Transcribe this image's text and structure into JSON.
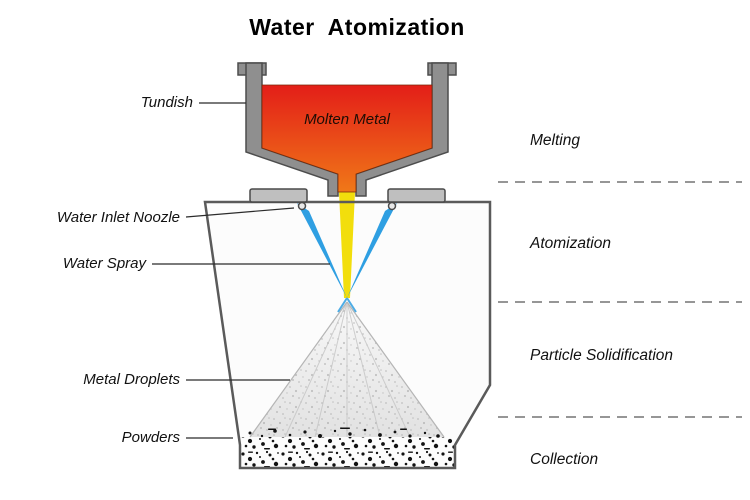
{
  "title": "Water  Atomization",
  "labels": {
    "tundish": "Tundish",
    "molten_metal": "Molten Metal",
    "water_inlet_nozzle": "Water Inlet Noozle",
    "water_spray": "Water Spray",
    "metal_droplets": "Metal Droplets",
    "powders": "Powders"
  },
  "stages": {
    "melting": "Melting",
    "atomization": "Atomization",
    "particle_solidification": "Particle Solidification",
    "collection": "Collection"
  },
  "colors": {
    "molten_metal_top": "#e31e18",
    "molten_metal_bottom": "#f07818",
    "metal_stream": "#f2de0c",
    "water_spray": "#2f9fe2",
    "tundish_gray": "#8f8f8f",
    "nozzle_gray": "#bfbfbf",
    "outline": "#5a5a5a"
  }
}
